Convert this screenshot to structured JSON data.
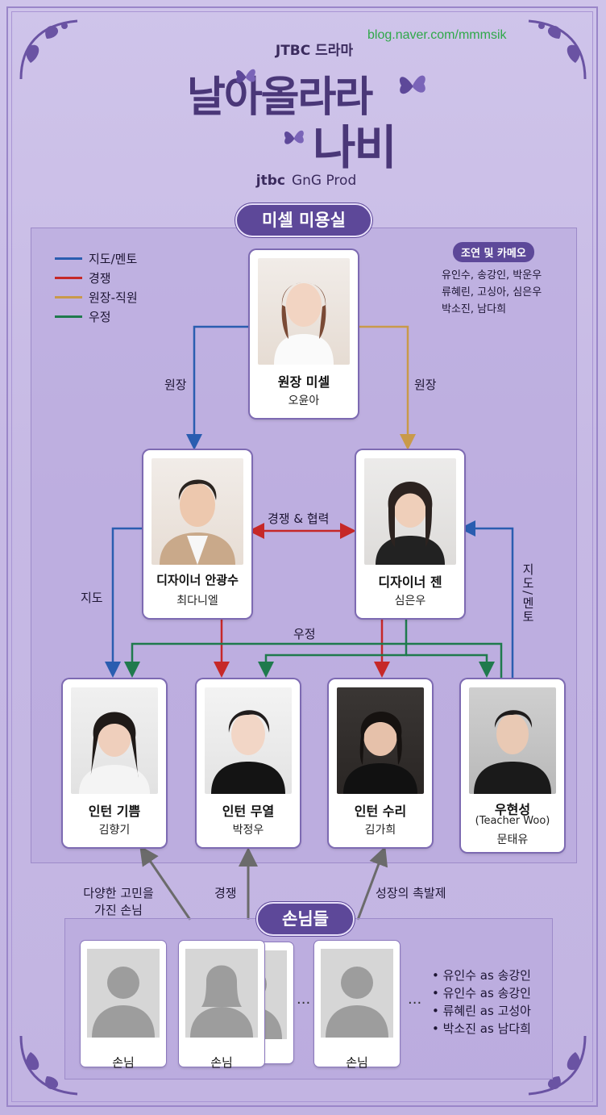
{
  "watermark": "blog.naver.com/mmmsik",
  "header": {
    "subtitle": "JTBC 드라마",
    "title_line1": "날아올라라",
    "title_line2": "나비",
    "brand_jtbc": "jtbc",
    "brand_prod": "GnG Prod"
  },
  "sections": {
    "salon": "미셀 미용실",
    "guests": "손님들"
  },
  "legend": [
    {
      "label": "지도/멘토",
      "color": "#2a5db0"
    },
    {
      "label": "경쟁",
      "color": "#c62828"
    },
    {
      "label": "원장-직원",
      "color": "#c99a4a"
    },
    {
      "label": "우정",
      "color": "#1f7a4d"
    }
  ],
  "cameo": {
    "tag": "조연 및 카메오",
    "lines": [
      "유인수, 송강인, 박운우",
      "류혜린, 고싱아, 심은우",
      "박소진, 남다희"
    ]
  },
  "characters": {
    "michelle": {
      "name": "원장 미셀",
      "actor": "오윤아"
    },
    "ahn": {
      "name": "디자이너 안광수",
      "actor": "최다니엘"
    },
    "jen": {
      "name": "디자이너 젠",
      "actor": "심은우"
    },
    "gippeum": {
      "name": "인턴 기쁨",
      "actor": "김향기"
    },
    "muyeol": {
      "name": "인턴 무열",
      "actor": "박정우"
    },
    "suri": {
      "name": "인턴 수리",
      "actor": "김가희"
    },
    "woo": {
      "name": "우현성",
      "name2": "(Teacher Woo)",
      "actor": "문태유"
    }
  },
  "relations": {
    "director_left": "원장",
    "director_right": "원장",
    "rivalry": "경쟁 & 협력",
    "guide": "지도",
    "friendship": "우정",
    "mentor_vertical": "지도/멘토",
    "guests_left_1": "다양한 고민을",
    "guests_left_2": "가진 손님",
    "guests_mid": "경쟁",
    "guests_right": "성장의 촉발제"
  },
  "guests": {
    "card_label": "손님",
    "ellipsis": "...",
    "list": [
      "유인수 as 송강인",
      "유인수 as 송강인",
      "류혜린 as 고성아",
      "박소진 as 남다희"
    ]
  },
  "colors": {
    "mentor": "#2a5db0",
    "rival": "#c62828",
    "staff": "#c99a4a",
    "friend": "#1f7a4d",
    "accent": "#5d4899"
  }
}
